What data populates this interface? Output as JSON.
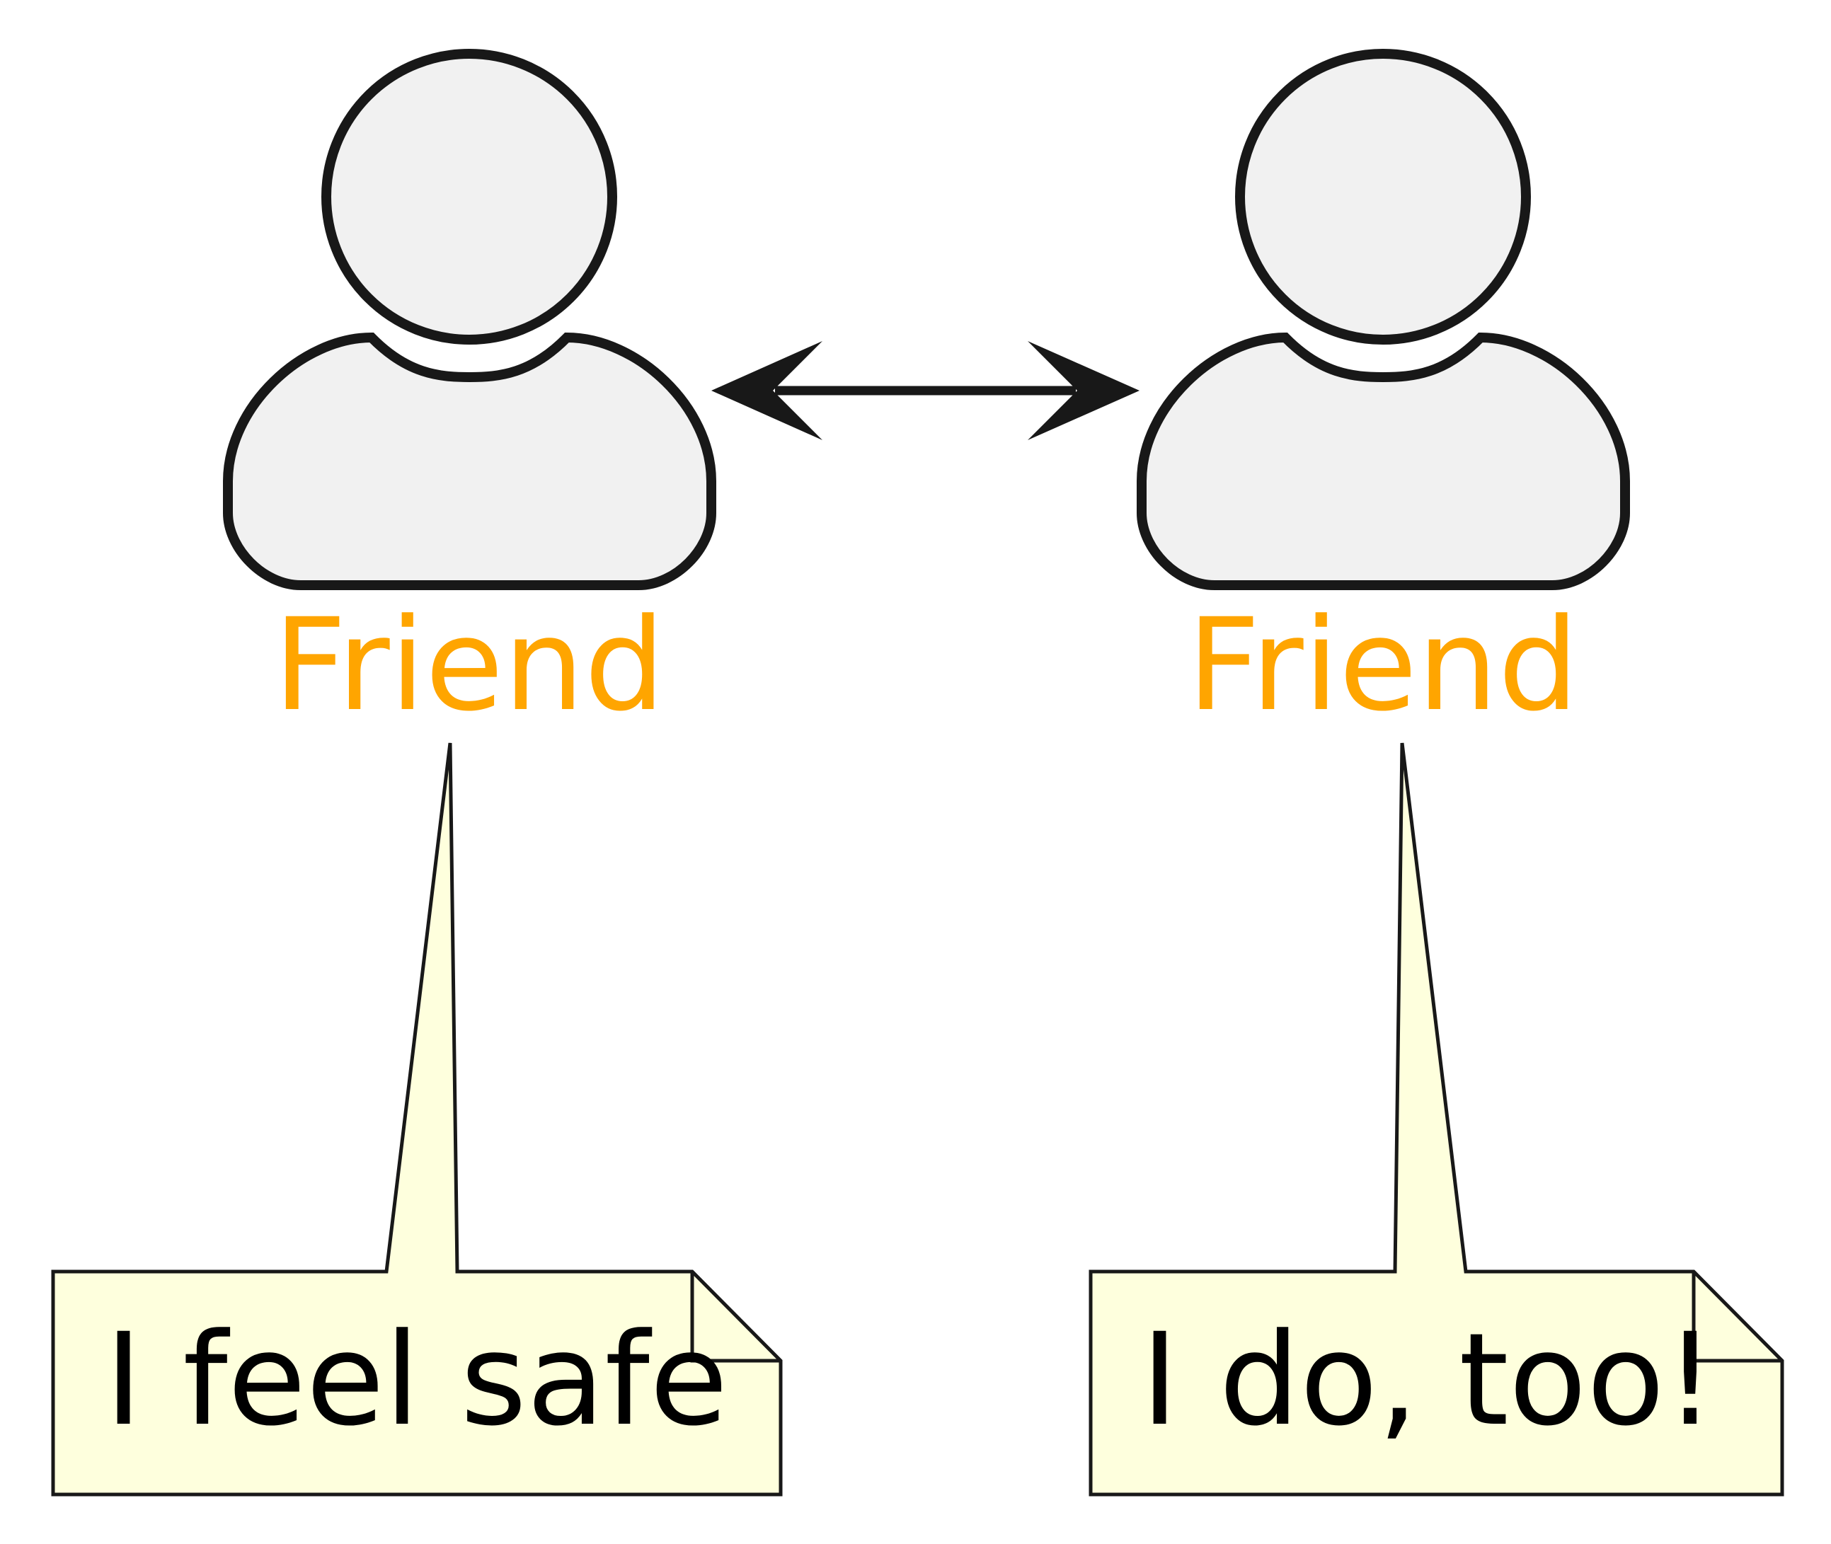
{
  "colors": {
    "actor_fill": "#F1F1F1",
    "actor_stroke": "#181818",
    "actor_label": "#FFA500",
    "note_fill": "#FEFFDD",
    "note_stroke": "#181818",
    "arrow": "#181818"
  },
  "actors": [
    {
      "label": "Friend",
      "icon": "person-icon"
    },
    {
      "label": "Friend",
      "icon": "person-icon"
    }
  ],
  "connection": {
    "type": "bidirectional-arrow"
  },
  "notes": [
    {
      "text": "I feel safe"
    },
    {
      "text": "I do, too!"
    }
  ]
}
